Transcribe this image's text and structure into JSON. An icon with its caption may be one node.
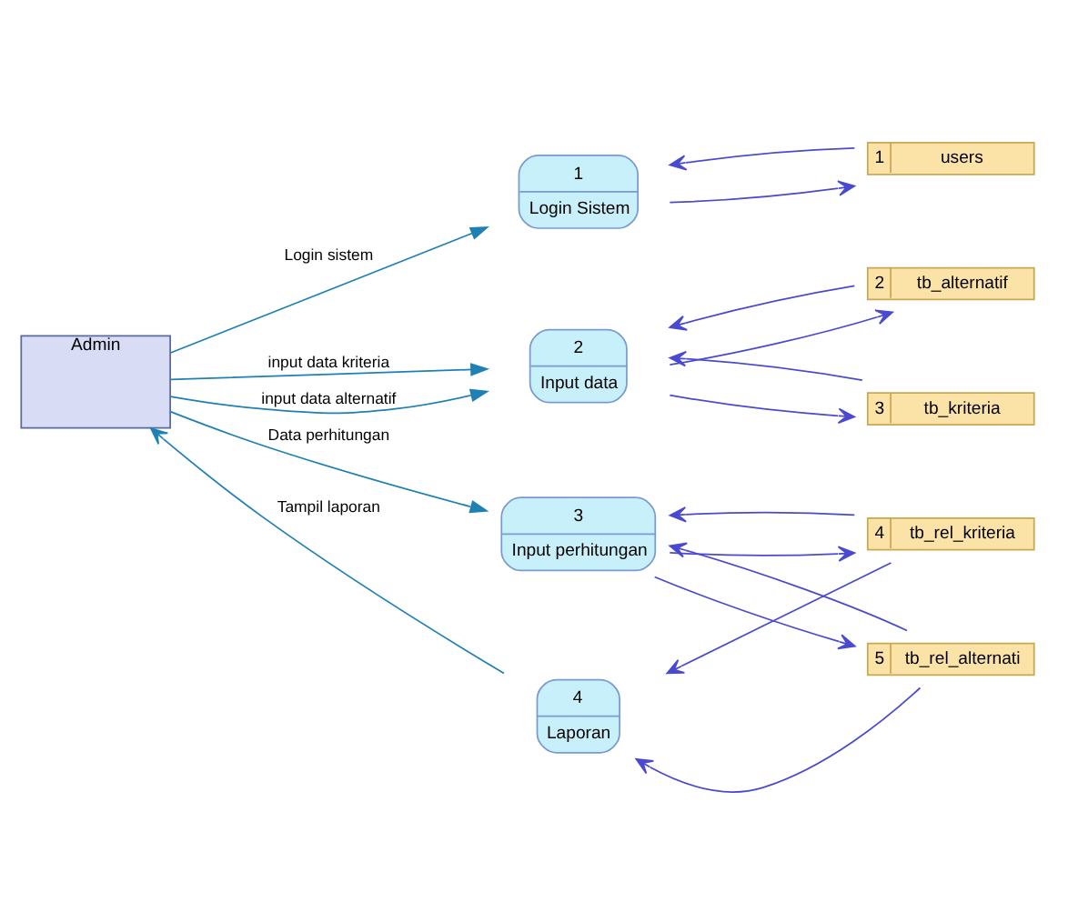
{
  "diagram": {
    "nodes": [
      {
        "text": [
          "Admin"
        ]
      },
      {
        "text": [
          "1",
          "Login Sistem"
        ]
      },
      {
        "text": [
          "1",
          "users"
        ]
      },
      {
        "text": [
          "2",
          "Input data"
        ]
      },
      {
        "text": [
          "2",
          "tb_alternatif"
        ]
      },
      {
        "text": [
          "3",
          "tb_kriteria"
        ]
      },
      {
        "text": [
          "3",
          "Input perhitungan"
        ]
      },
      {
        "text": [
          "4",
          "tb_rel_kriteria"
        ]
      },
      {
        "text": [
          "5",
          "tb_rel_alternati"
        ]
      },
      {
        "text": [
          "4",
          "Laporan"
        ]
      }
    ],
    "edges": [
      {
        "from": 0,
        "to": 1,
        "arrow": "to",
        "label": "Login sistem",
        "color": "#1f80b4"
      },
      {
        "from": 1,
        "to": 2,
        "arrow": "to"
      },
      {
        "from": 2,
        "to": 1,
        "arrow": "to"
      },
      {
        "from": 0,
        "to": 3,
        "arrow": "to",
        "label": "input data kriteria",
        "color": "#1f80b4"
      },
      {
        "from": 0,
        "to": 3,
        "arrow": "to",
        "label": "input data alternatif",
        "color": "#1f80b4"
      },
      {
        "from": 4,
        "to": 3,
        "arrow": "to"
      },
      {
        "from": 3,
        "to": 4,
        "arrow": "to"
      },
      {
        "from": 3,
        "to": 5,
        "arrow": "to"
      },
      {
        "from": 5,
        "to": 3,
        "arrow": "to"
      },
      {
        "from": 0,
        "to": 6,
        "arrow": "to",
        "label": "Data perhitungan",
        "color": "#1f80b4"
      },
      {
        "from": 7,
        "to": 6,
        "arrow": "to"
      },
      {
        "from": 6,
        "to": 7,
        "arrow": "to"
      },
      {
        "from": 6,
        "to": 8,
        "arrow": "to"
      },
      {
        "from": 8,
        "to": 6,
        "arrow": "to"
      },
      {
        "from": 8,
        "to": 9,
        "arrow": "to"
      },
      {
        "from": 7,
        "to": 9,
        "arrow": "to"
      },
      {
        "from": 9,
        "to": 0,
        "arrow": "to",
        "label": "Tampil laporan",
        "color": "#1f80b4"
      }
    ]
  }
}
